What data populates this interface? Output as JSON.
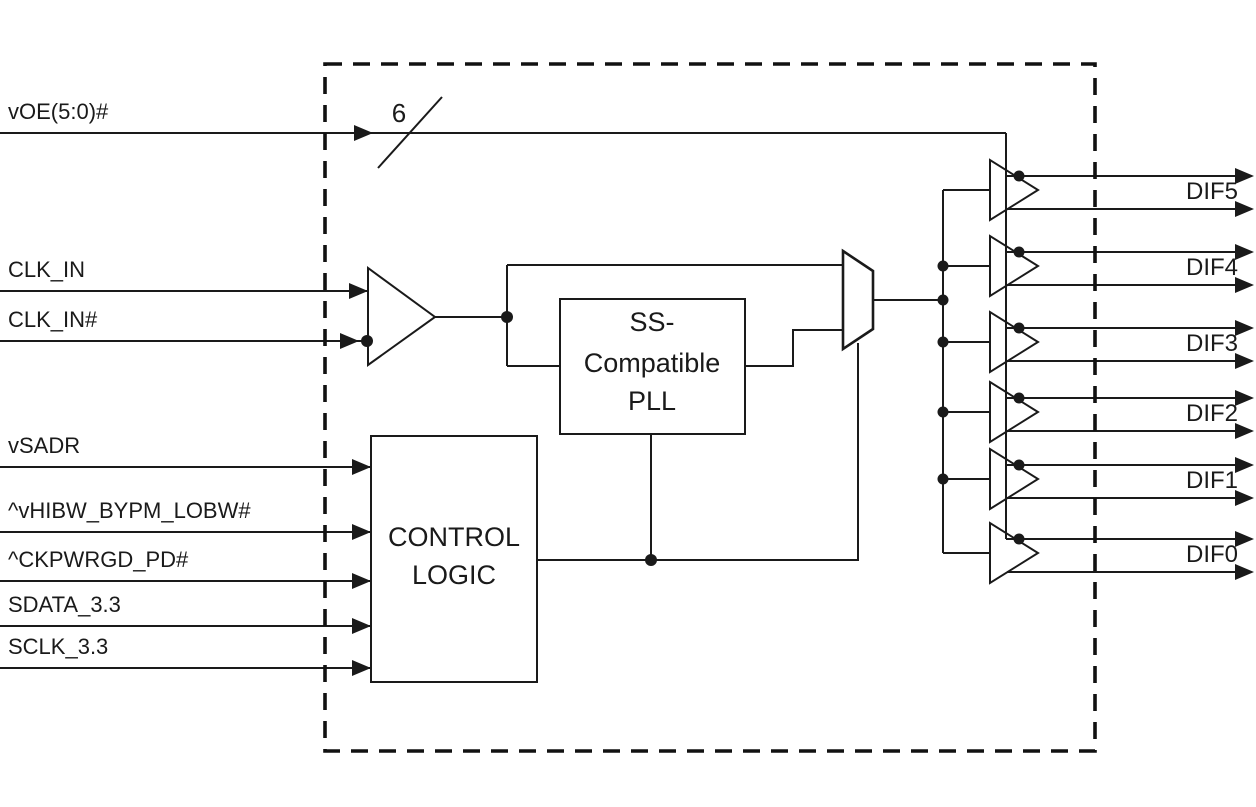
{
  "inputs": {
    "voe": "vOE(5:0)#",
    "clk_in": "CLK_IN",
    "clk_in_b": "CLK_IN#",
    "vsadr": "vSADR",
    "vhibw": "^vHIBW_BYPM_LOBW#",
    "ckpwrgd": "^CKPWRGD_PD#",
    "sdata": "SDATA_3.3",
    "sclk": "SCLK_3.3"
  },
  "bus": {
    "width_label": "6"
  },
  "blocks": {
    "pll": {
      "line1": "SS-",
      "line2": "Compatible",
      "line3": "PLL"
    },
    "control_logic": {
      "line1": "CONTROL",
      "line2": "LOGIC"
    }
  },
  "outputs": {
    "dif5": "DIF5",
    "dif4": "DIF4",
    "dif3": "DIF3",
    "dif2": "DIF2",
    "dif1": "DIF1",
    "dif0": "DIF0"
  },
  "colors": {
    "line": "#1a1a1a",
    "background": "#ffffff"
  }
}
